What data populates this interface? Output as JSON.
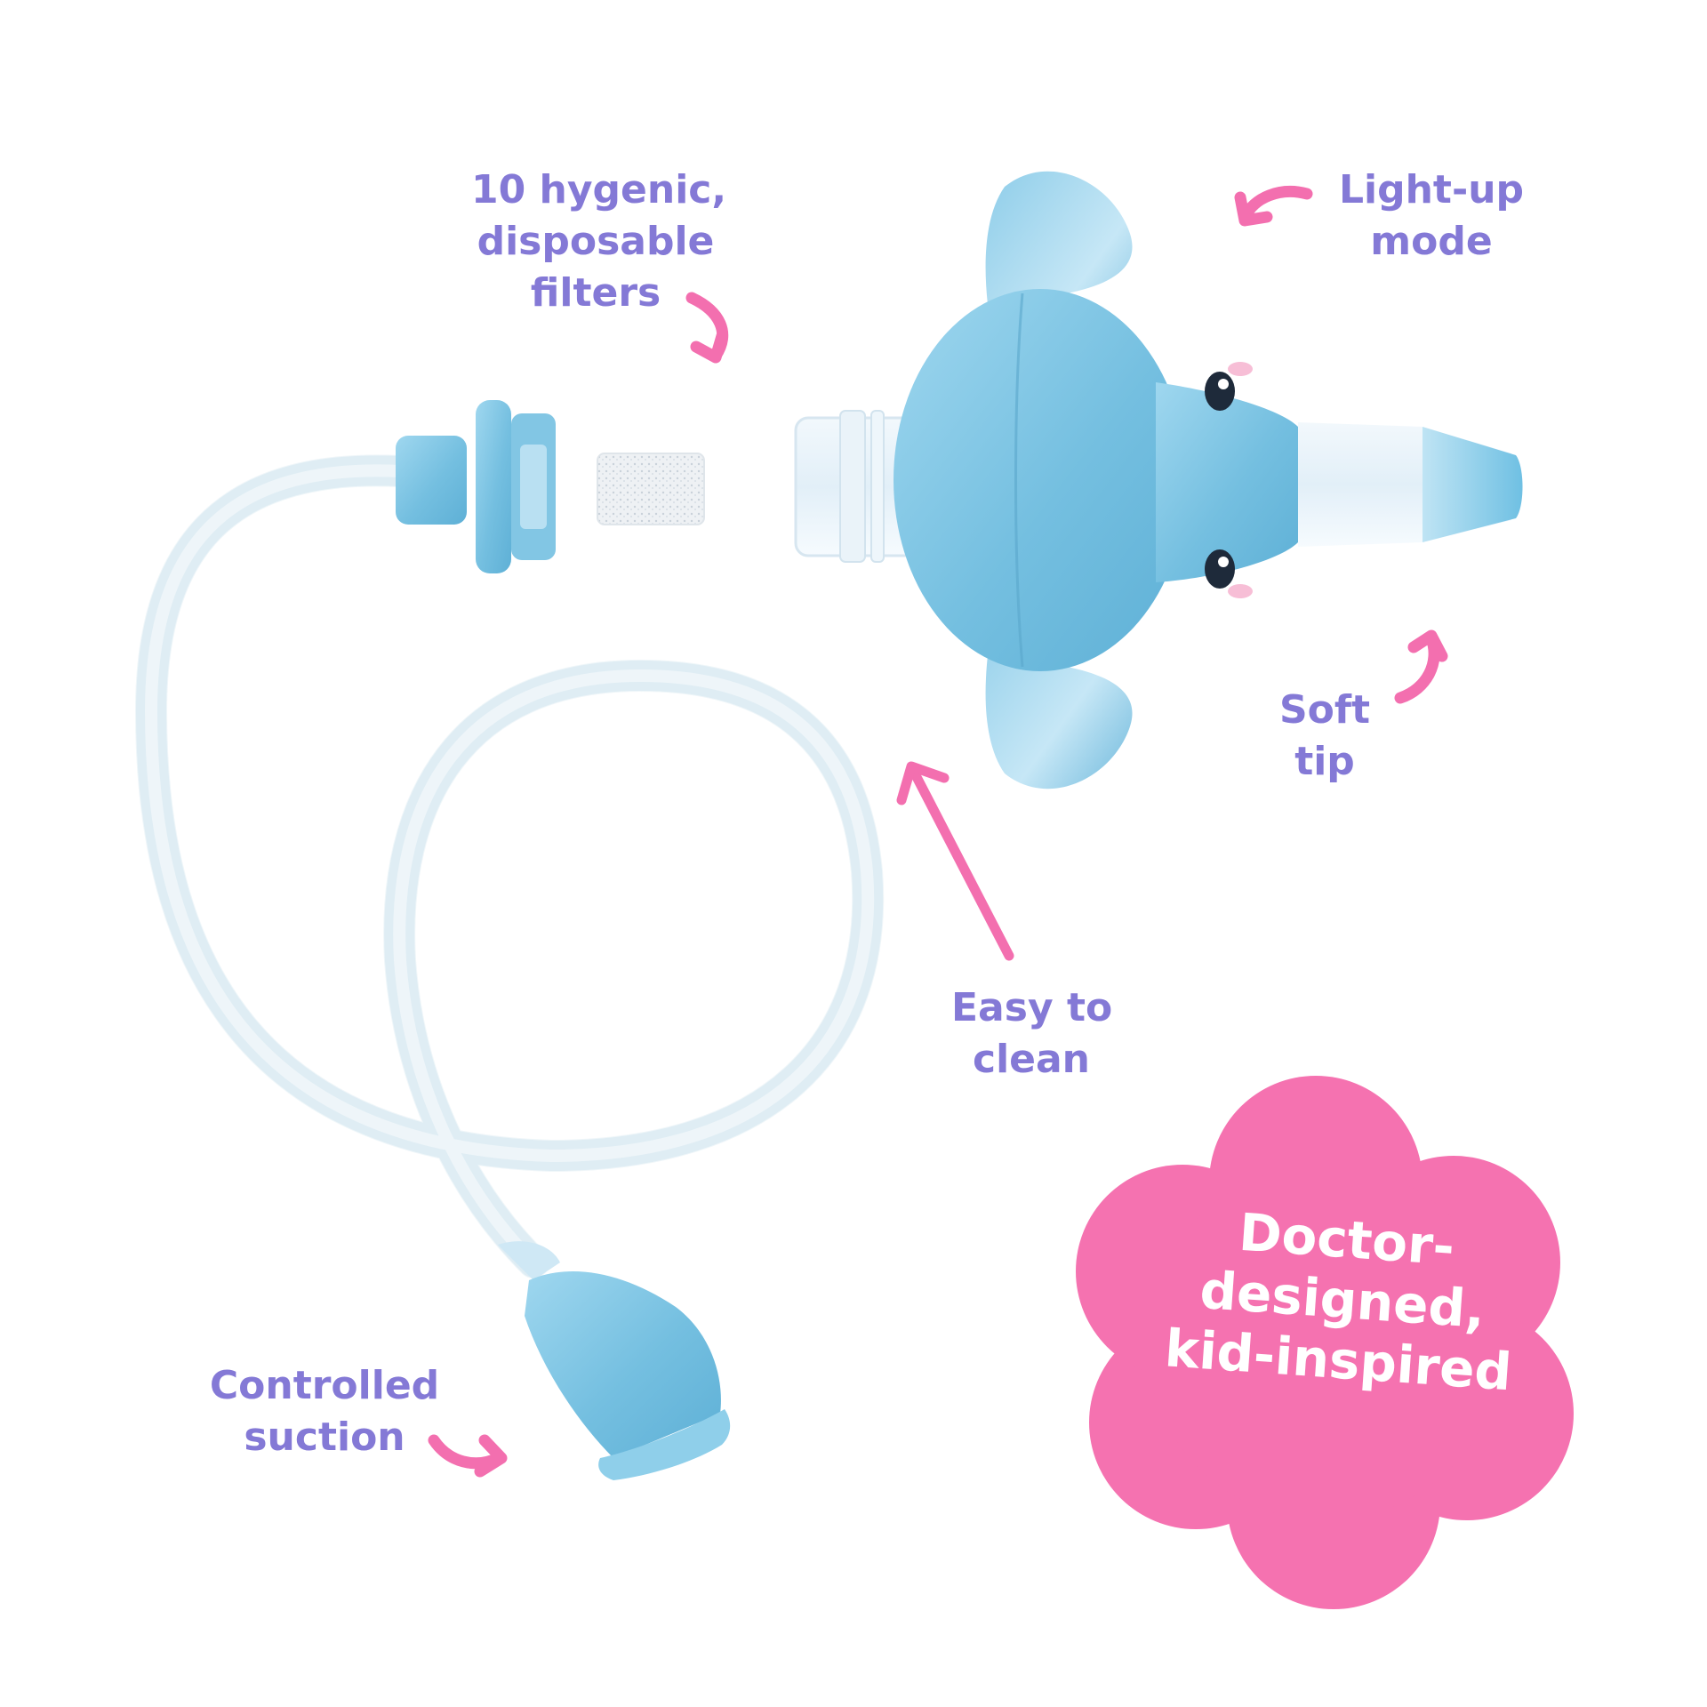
{
  "labels": {
    "filters": [
      "10 hygenic,",
      "disposable",
      "filters"
    ],
    "light_up": [
      "Light-up",
      "mode"
    ],
    "soft_tip": [
      "Soft",
      "tip"
    ],
    "easy_clean": [
      "Easy to",
      "clean"
    ],
    "suction": [
      "Controlled",
      "suction"
    ]
  },
  "badge": {
    "lines": [
      "Doctor-",
      "designed,",
      "kid-inspired"
    ]
  },
  "colors": {
    "label_text": "#8479d6",
    "arrow": "#f36faf",
    "badge": "#f572b0",
    "product_blue": "#7cc3e2"
  }
}
